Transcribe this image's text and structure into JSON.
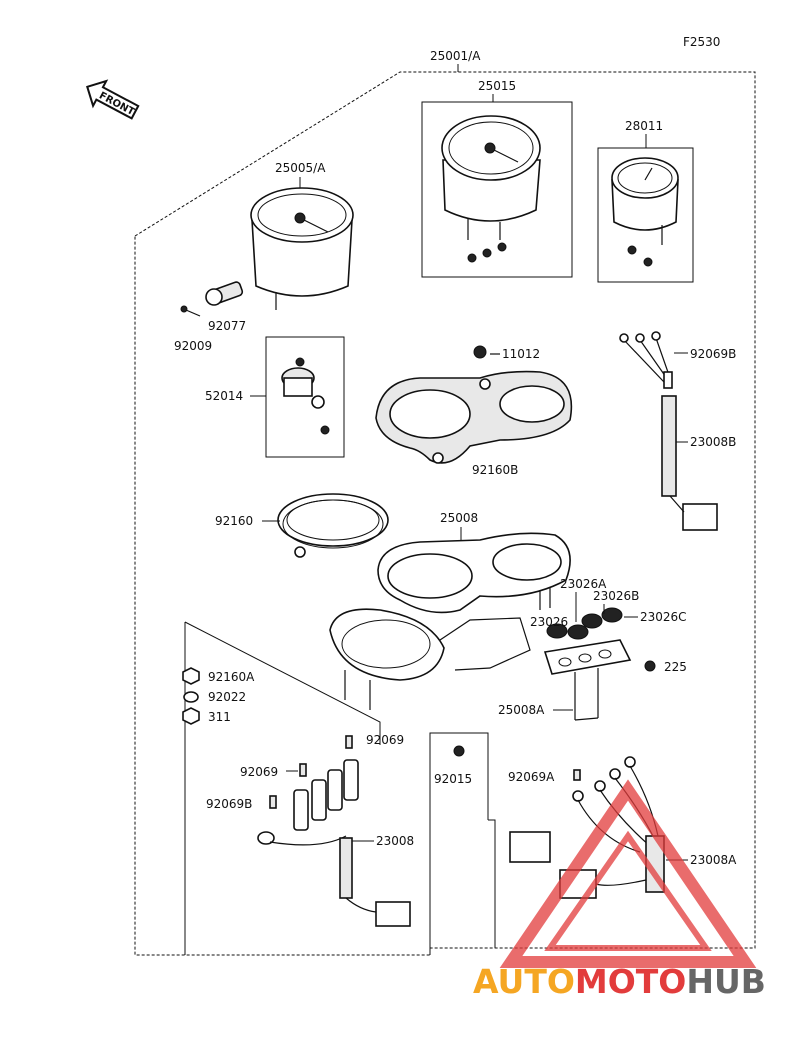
{
  "diagram": {
    "ref_code": "F2530",
    "front_label": "FRONT",
    "labels": {
      "l25001A": "25001/A",
      "l25015": "25015",
      "l28011": "28011",
      "l25005A": "25005/A",
      "l92077": "92077",
      "l92009": "92009",
      "l11012": "11012",
      "l92069B_top": "92069B",
      "l52014": "52014",
      "l23008B": "23008B",
      "l92160B": "92160B",
      "l92160": "92160",
      "l25008": "25008",
      "l23026A": "23026A",
      "l23026B": "23026B",
      "l23026": "23026",
      "l23026C": "23026C",
      "l225": "225",
      "l92160A": "92160A",
      "l92022": "92022",
      "l311": "311",
      "l25008A": "25008A",
      "l92069_a": "92069",
      "l92015": "92015",
      "l92069_b": "92069",
      "l92069A": "92069A",
      "l92069B_bot": "92069B",
      "l23008": "23008",
      "l23008A": "23008A"
    }
  },
  "watermark": {
    "text_part1": "AUTO",
    "text_part2": "MOTO",
    "text_part3": "HUB",
    "color_orange": "#f5a623",
    "color_red": "#e23c3c",
    "color_gray": "#666666"
  }
}
